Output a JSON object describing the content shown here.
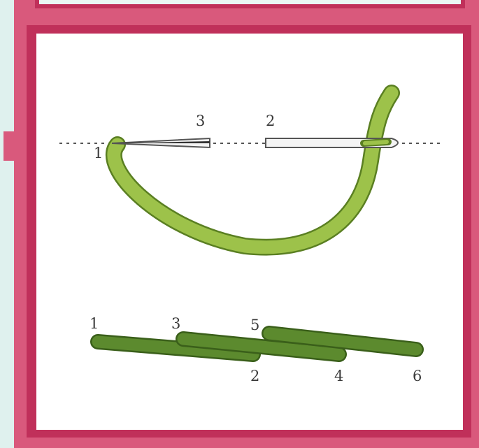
{
  "colors": {
    "background": "#dff1ee",
    "frame": "#d9597c",
    "frame_dark": "#c0305a",
    "panel": "#ffffff",
    "thread_light": "#9dc24a",
    "thread_light_edge": "#5a7f22",
    "thread_dark": "#5c8a2e",
    "thread_dark_edge": "#3a5f1a",
    "needle": "#f4f4f4",
    "needle_edge": "#555555",
    "guide_line": "#555555",
    "number_text": "#3a3a3a"
  },
  "top_step": {
    "labels": {
      "entry": "1",
      "needle_in": "3",
      "needle_out": "2"
    }
  },
  "bottom_step": {
    "labels": [
      "1",
      "3",
      "5",
      "2",
      "4",
      "6"
    ]
  },
  "icons": [
    "needle-icon",
    "thread-icon"
  ]
}
